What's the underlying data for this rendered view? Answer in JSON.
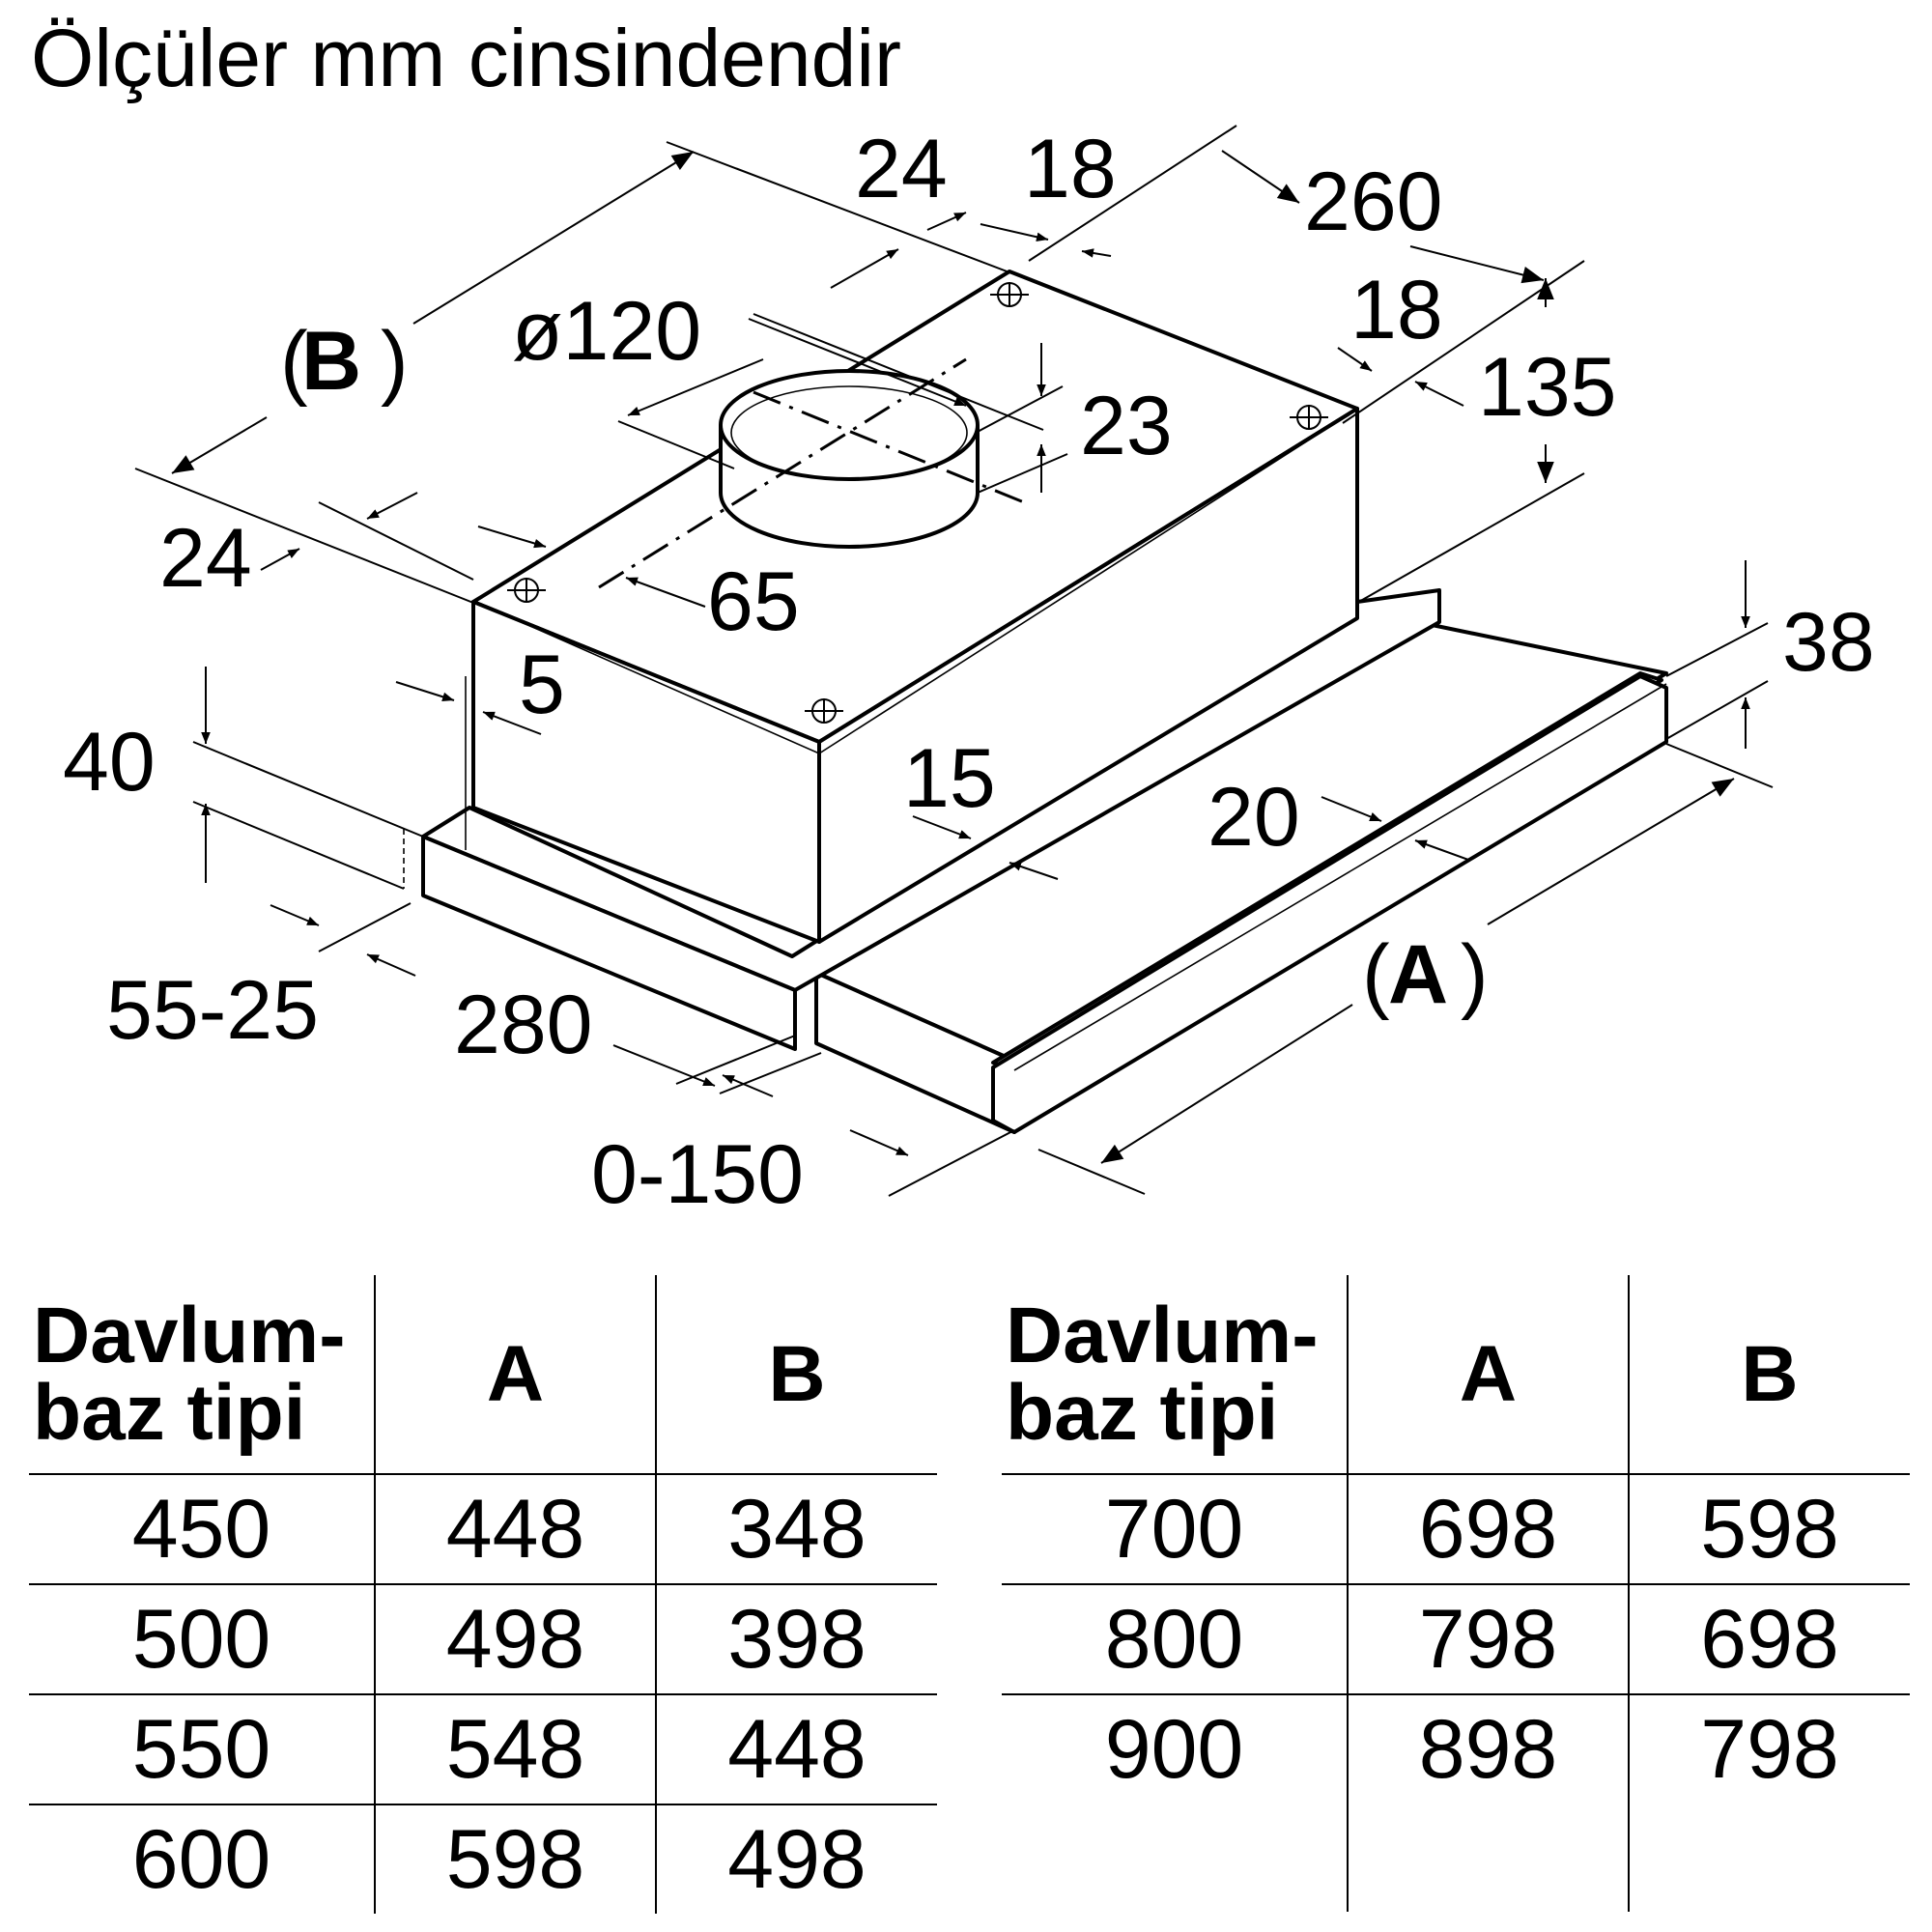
{
  "title": "Ölçüler mm cinsindendir",
  "diagram": {
    "labels": {
      "B": "B",
      "A": "A",
      "d24_top": "24",
      "d18_top": "18",
      "d260": "260",
      "d18_right": "18",
      "d135": "135",
      "dia120": "ø120",
      "d23": "23",
      "d24_left": "24",
      "d65": "65",
      "d5": "5",
      "d40": "40",
      "d15": "15",
      "d20": "20",
      "d38": "38",
      "d55_25": "55-25",
      "d280": "280",
      "d0_150": "0-150"
    }
  },
  "tables": [
    {
      "headers": [
        "Davlum-\nbaz tipi",
        "A",
        "B"
      ],
      "rows": [
        [
          "450",
          "448",
          "348"
        ],
        [
          "500",
          "498",
          "398"
        ],
        [
          "550",
          "548",
          "448"
        ],
        [
          "600",
          "598",
          "498"
        ]
      ]
    },
    {
      "headers": [
        "Davlum-\nbaz tipi",
        "A",
        "B"
      ],
      "rows": [
        [
          "700",
          "698",
          "598"
        ],
        [
          "800",
          "798",
          "698"
        ],
        [
          "900",
          "898",
          "798"
        ]
      ]
    }
  ]
}
